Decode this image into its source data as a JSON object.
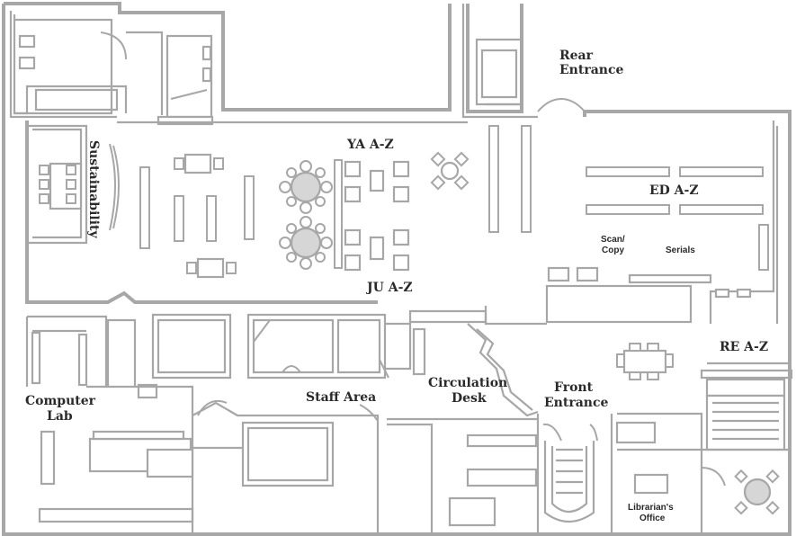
{
  "labels": {
    "rear_entrance": [
      "Rear",
      "Entrance"
    ],
    "sustainability": "Sustainability",
    "ya": "YA A-Z",
    "ed": "ED A-Z",
    "ju": "JU A-Z",
    "scan_copy": [
      "Scan/",
      "Copy"
    ],
    "serials": "Serials",
    "re": "RE A-Z",
    "computer_lab": [
      "Computer",
      "Lab"
    ],
    "staff_area": "Staff Area",
    "circulation_desk": [
      "Circulation",
      "Desk"
    ],
    "front_entrance": [
      "Front",
      "Entrance"
    ],
    "librarians_office": [
      "Librarian's",
      "Office"
    ]
  },
  "colors": {
    "wall": "#a7a7a7",
    "table_fill": "#d6d6d6",
    "label": "#2a2a2a"
  }
}
